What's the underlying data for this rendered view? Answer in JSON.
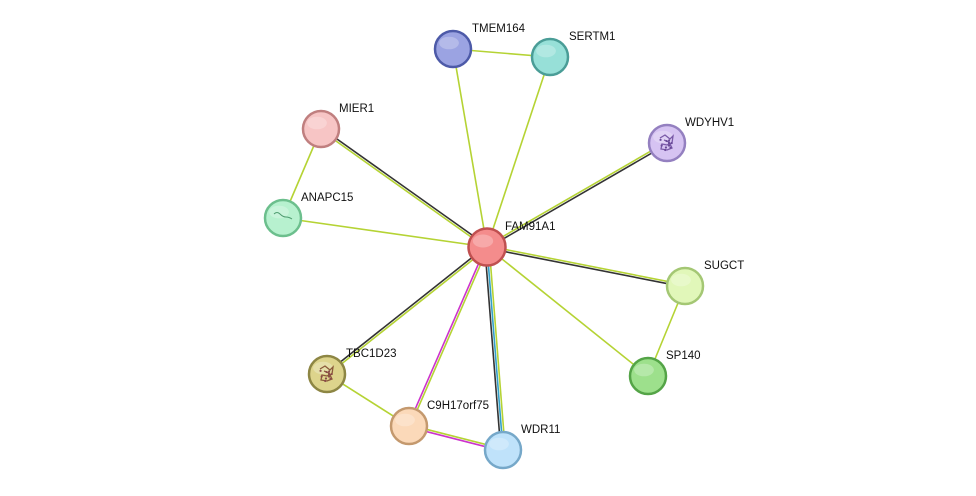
{
  "nodes": [
    {
      "id": "FAM91A1",
      "label": "FAM91A1",
      "fill": "#f48c8c",
      "stroke": "#c05050",
      "texture": "none",
      "center": true
    },
    {
      "id": "TMEM164",
      "label": "TMEM164",
      "fill": "#9ba3e2",
      "stroke": "#4d5aa8",
      "texture": "none"
    },
    {
      "id": "SERTM1",
      "label": "SERTM1",
      "fill": "#97e0d8",
      "stroke": "#4a9d97",
      "texture": "none"
    },
    {
      "id": "MIER1",
      "label": "MIER1",
      "fill": "#f7c5c5",
      "stroke": "#c07f7f",
      "texture": "none"
    },
    {
      "id": "WDYHV1",
      "label": "WDYHV1",
      "fill": "#d6c3f2",
      "stroke": "#9480c0",
      "texture": "structure"
    },
    {
      "id": "ANAPC15",
      "label": "ANAPC15",
      "fill": "#b7f1cf",
      "stroke": "#6cbf8d",
      "texture": "squiggle"
    },
    {
      "id": "SUGCT",
      "label": "SUGCT",
      "fill": "#e1f7b9",
      "stroke": "#a4c774",
      "texture": "none"
    },
    {
      "id": "SP140",
      "label": "SP140",
      "fill": "#9de08c",
      "stroke": "#54a447",
      "texture": "none"
    },
    {
      "id": "TBC1D23",
      "label": "TBC1D23",
      "fill": "#ddd48c",
      "stroke": "#8d8644",
      "texture": "structure"
    },
    {
      "id": "C9H17orf75",
      "label": "C9H17orf75",
      "fill": "#fbd9b9",
      "stroke": "#c4996e",
      "texture": "none"
    },
    {
      "id": "WDR11",
      "label": "WDR11",
      "fill": "#bfe2fa",
      "stroke": "#76a8c9",
      "texture": "none"
    }
  ],
  "edges": [
    {
      "source": "FAM91A1",
      "target": "TMEM164",
      "colors": [
        "#b5d334"
      ]
    },
    {
      "source": "FAM91A1",
      "target": "SERTM1",
      "colors": [
        "#b5d334"
      ]
    },
    {
      "source": "TMEM164",
      "target": "SERTM1",
      "colors": [
        "#b5d334"
      ]
    },
    {
      "source": "FAM91A1",
      "target": "MIER1",
      "colors": [
        "#b5d334",
        "#333333"
      ]
    },
    {
      "source": "MIER1",
      "target": "ANAPC15",
      "colors": [
        "#b5d334"
      ]
    },
    {
      "source": "FAM91A1",
      "target": "ANAPC15",
      "colors": [
        "#b5d334"
      ]
    },
    {
      "source": "FAM91A1",
      "target": "WDYHV1",
      "colors": [
        "#b5d334",
        "#333333"
      ]
    },
    {
      "source": "FAM91A1",
      "target": "SUGCT",
      "colors": [
        "#b5d334",
        "#333333"
      ]
    },
    {
      "source": "FAM91A1",
      "target": "SP140",
      "colors": [
        "#b5d334"
      ]
    },
    {
      "source": "SUGCT",
      "target": "SP140",
      "colors": [
        "#b5d334"
      ]
    },
    {
      "source": "FAM91A1",
      "target": "TBC1D23",
      "colors": [
        "#b5d334",
        "#333333"
      ]
    },
    {
      "source": "TBC1D23",
      "target": "C9H17orf75",
      "colors": [
        "#b5d334"
      ]
    },
    {
      "source": "FAM91A1",
      "target": "C9H17orf75",
      "colors": [
        "#b5d334",
        "#cc33cc"
      ]
    },
    {
      "source": "C9H17orf75",
      "target": "WDR11",
      "colors": [
        "#b5d334",
        "#cc33cc"
      ]
    },
    {
      "source": "FAM91A1",
      "target": "WDR11",
      "colors": [
        "#b5d334",
        "#33a0c8",
        "#333333"
      ]
    }
  ]
}
